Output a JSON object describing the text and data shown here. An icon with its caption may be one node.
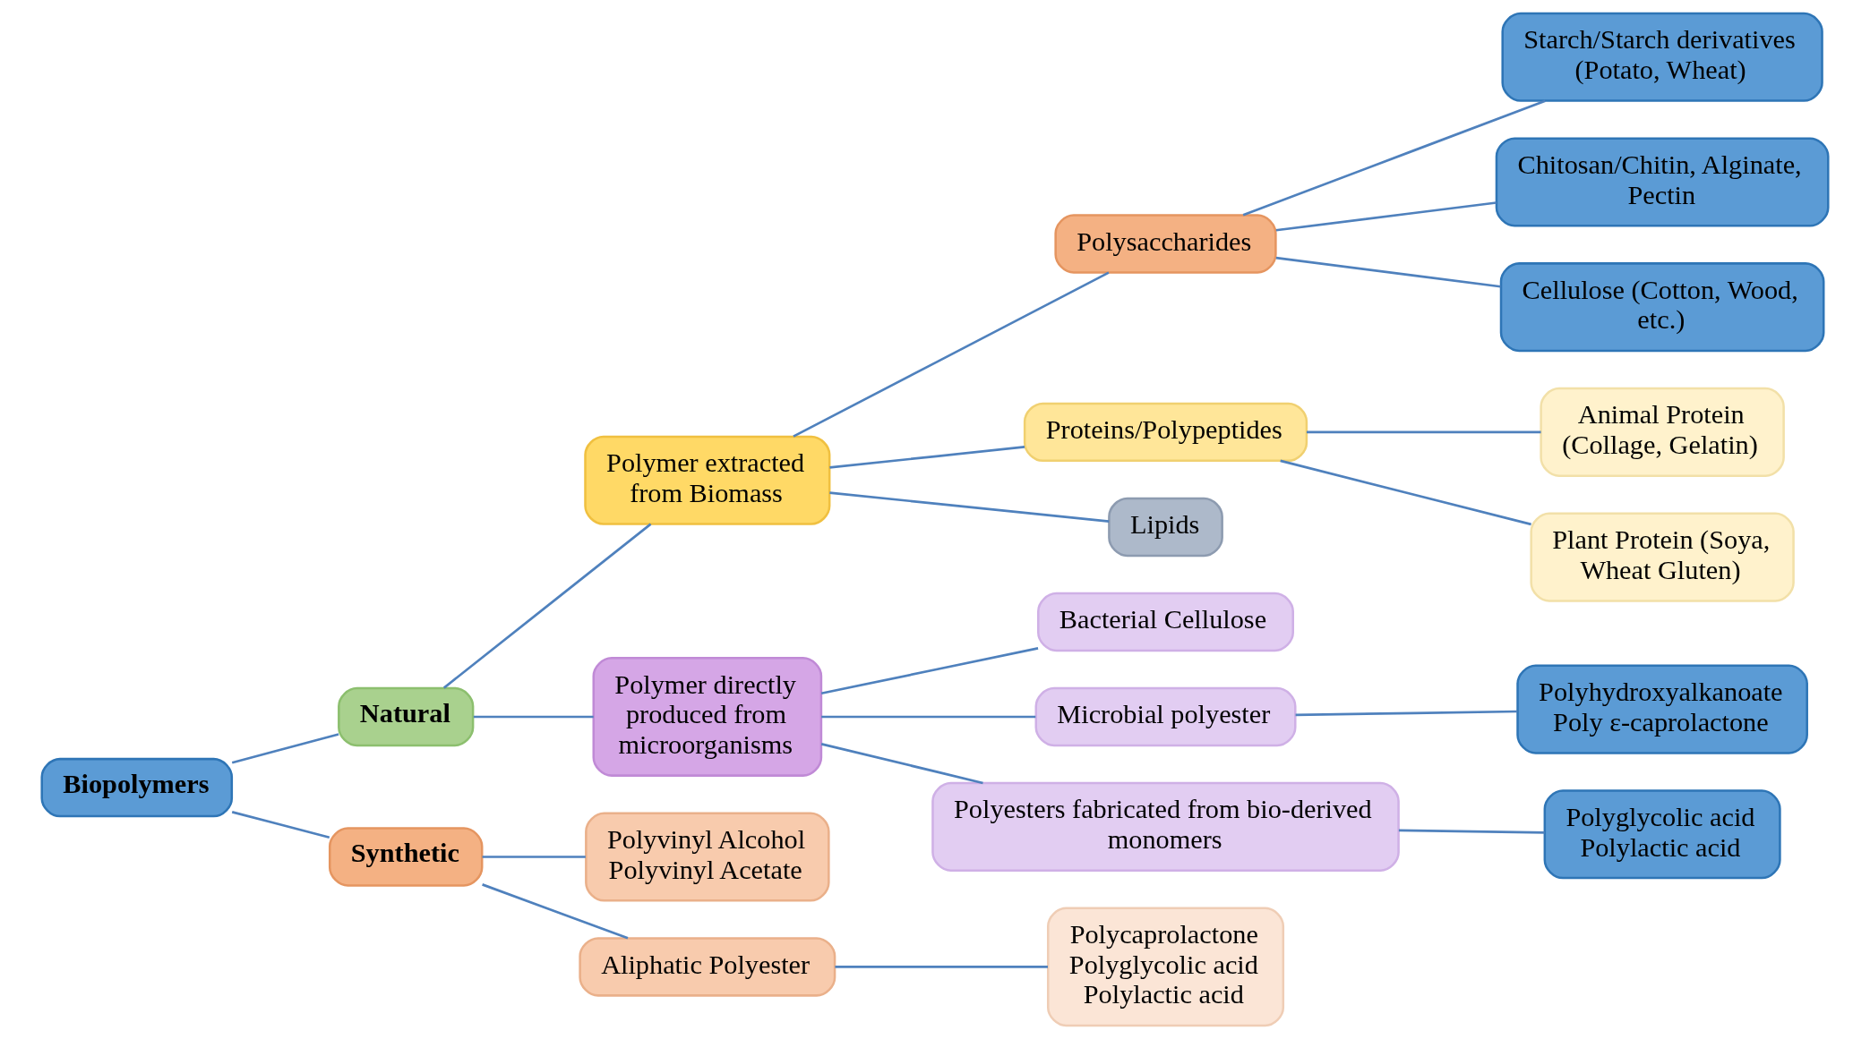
{
  "diagram": {
    "nodes": [
      {
        "text": [
          "Biopolymers"
        ]
      },
      {
        "text": [
          "Natural"
        ]
      },
      {
        "text": [
          "Synthetic"
        ]
      },
      {
        "text": [
          "Polymer extracted from Biomass"
        ]
      },
      {
        "text": [
          "Polymer directly produced from microorganisms"
        ]
      },
      {
        "text": [
          "Polysaccharides"
        ]
      },
      {
        "text": [
          "Proteins/Polypeptides"
        ]
      },
      {
        "text": [
          "Lipids"
        ]
      },
      {
        "text": [
          "Starch/Starch derivatives (Potato, Wheat)"
        ]
      },
      {
        "text": [
          "Chitosan/Chitin, Alginate, Pectin"
        ]
      },
      {
        "text": [
          "Cellulose (Cotton, Wood, etc.)"
        ]
      },
      {
        "text": [
          "Animal Protein (Collage, Gelatin)"
        ]
      },
      {
        "text": [
          "Plant Protein (Soya, Wheat Gluten)"
        ]
      },
      {
        "text": [
          "Bacterial Cellulose"
        ]
      },
      {
        "text": [
          "Microbial polyester"
        ]
      },
      {
        "text": [
          "Polyesters fabricated from bio-derived monomers"
        ]
      },
      {
        "text": [
          "Polyhydroxyalkanoate",
          "Poly ε-caprolactone"
        ]
      },
      {
        "text": [
          "Polyglycolic acid",
          "Polylactic acid"
        ]
      },
      {
        "text": [
          "Polyvinyl Alcohol",
          "Polyvinyl Acetate"
        ]
      },
      {
        "text": [
          "Aliphatic Polyester"
        ]
      },
      {
        "text": [
          "Polycaprolactone",
          "Polyglycolic acid",
          "Polylactic acid"
        ]
      }
    ],
    "edges": [
      {
        "from": 0,
        "to": 1,
        "arrow": "none"
      },
      {
        "from": 0,
        "to": 2,
        "arrow": "none"
      },
      {
        "from": 1,
        "to": 3,
        "arrow": "none"
      },
      {
        "from": 1,
        "to": 4,
        "arrow": "none"
      },
      {
        "from": 3,
        "to": 5,
        "arrow": "none"
      },
      {
        "from": 3,
        "to": 6,
        "arrow": "none"
      },
      {
        "from": 3,
        "to": 7,
        "arrow": "none"
      },
      {
        "from": 5,
        "to": 8,
        "arrow": "none"
      },
      {
        "from": 5,
        "to": 9,
        "arrow": "none"
      },
      {
        "from": 5,
        "to": 10,
        "arrow": "none"
      },
      {
        "from": 6,
        "to": 11,
        "arrow": "none"
      },
      {
        "from": 6,
        "to": 12,
        "arrow": "none"
      },
      {
        "from": 4,
        "to": 13,
        "arrow": "none"
      },
      {
        "from": 4,
        "to": 14,
        "arrow": "none"
      },
      {
        "from": 4,
        "to": 15,
        "arrow": "none"
      },
      {
        "from": 14,
        "to": 16,
        "arrow": "none"
      },
      {
        "from": 15,
        "to": 17,
        "arrow": "none"
      },
      {
        "from": 2,
        "to": 18,
        "arrow": "none"
      },
      {
        "from": 2,
        "to": 19,
        "arrow": "none"
      },
      {
        "from": 19,
        "to": 20,
        "arrow": "none"
      }
    ]
  }
}
